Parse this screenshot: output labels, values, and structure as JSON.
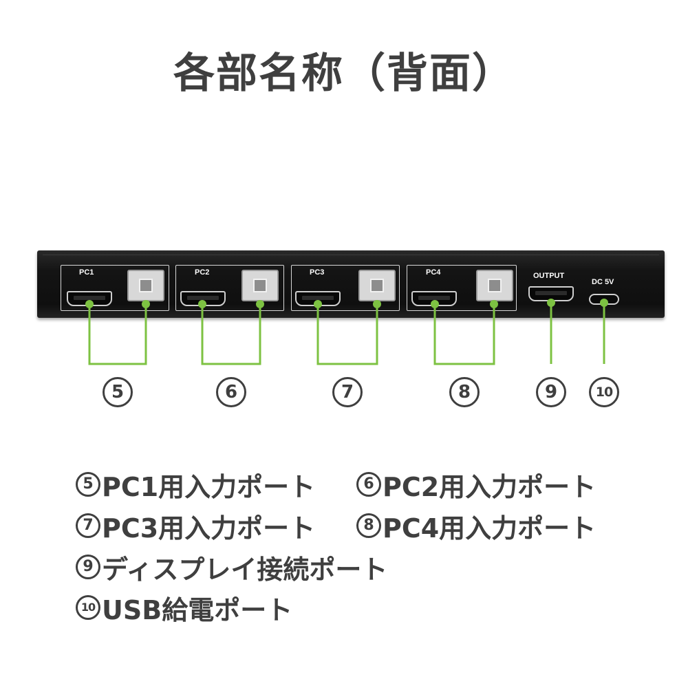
{
  "title": "各部名称（背面）",
  "device": {
    "ports": [
      {
        "label": "PC1"
      },
      {
        "label": "PC2"
      },
      {
        "label": "PC3"
      },
      {
        "label": "PC4"
      },
      {
        "label": "OUTPUT"
      },
      {
        "label": "DC 5V"
      }
    ]
  },
  "callouts": [
    {
      "number": "5"
    },
    {
      "number": "6"
    },
    {
      "number": "7"
    },
    {
      "number": "8"
    },
    {
      "number": "9"
    },
    {
      "number": "10"
    }
  ],
  "legend": [
    {
      "number": "5",
      "text": "PC1用入力ポート"
    },
    {
      "number": "6",
      "text": "PC2用入力ポート"
    },
    {
      "number": "7",
      "text": "PC3用入力ポート"
    },
    {
      "number": "8",
      "text": "PC4用入力ポート"
    },
    {
      "number": "9",
      "text": "ディスプレイ接続ポート"
    },
    {
      "number": "10",
      "text": "USB給電ポート"
    }
  ],
  "colors": {
    "accent_green": "#7dc242",
    "text": "#3f3f3f",
    "device_body": "#141414"
  }
}
